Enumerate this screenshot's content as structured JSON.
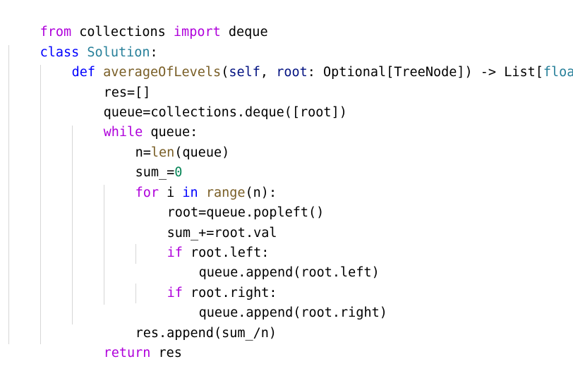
{
  "colors": {
    "control_keyword": "#af00db",
    "keyword": "#0000ff",
    "class_name": "#267f99",
    "function_name": "#795e26",
    "parameter": "#001080",
    "number": "#098658",
    "text": "#000000",
    "indent_guide": "#d6d6d6",
    "background": "#ffffff"
  },
  "code": {
    "l1": [
      "from",
      " collections ",
      "import",
      " deque"
    ],
    "l2": [
      "class",
      " ",
      "Solution",
      ":"
    ],
    "l3": [
      "def",
      " ",
      "averageOfLevels",
      "(",
      "self",
      ", ",
      "root",
      ": Optional[TreeNode]) -> List[",
      "float",
      "]:"
    ],
    "l4": [
      "res=[]"
    ],
    "l5": [
      "queue=collections.deque([root])"
    ],
    "l6": [
      "while",
      " queue:"
    ],
    "l7": [
      "n=",
      "len",
      "(queue)"
    ],
    "l8": [
      "sum_=",
      "0"
    ],
    "l9": [
      "for",
      " i ",
      "in",
      " ",
      "range",
      "(n):"
    ],
    "l10": [
      "root=queue.popleft()"
    ],
    "l11": [
      "sum_+=root.val"
    ],
    "l12": [
      "if",
      " root.left:"
    ],
    "l13": [
      "queue.append(root.left)"
    ],
    "l14": [
      "if",
      " root.right:"
    ],
    "l15": [
      "queue.append(root.right)"
    ],
    "l16": [
      "res.append(sum_/n)"
    ],
    "l17": [
      "return",
      " res"
    ]
  }
}
